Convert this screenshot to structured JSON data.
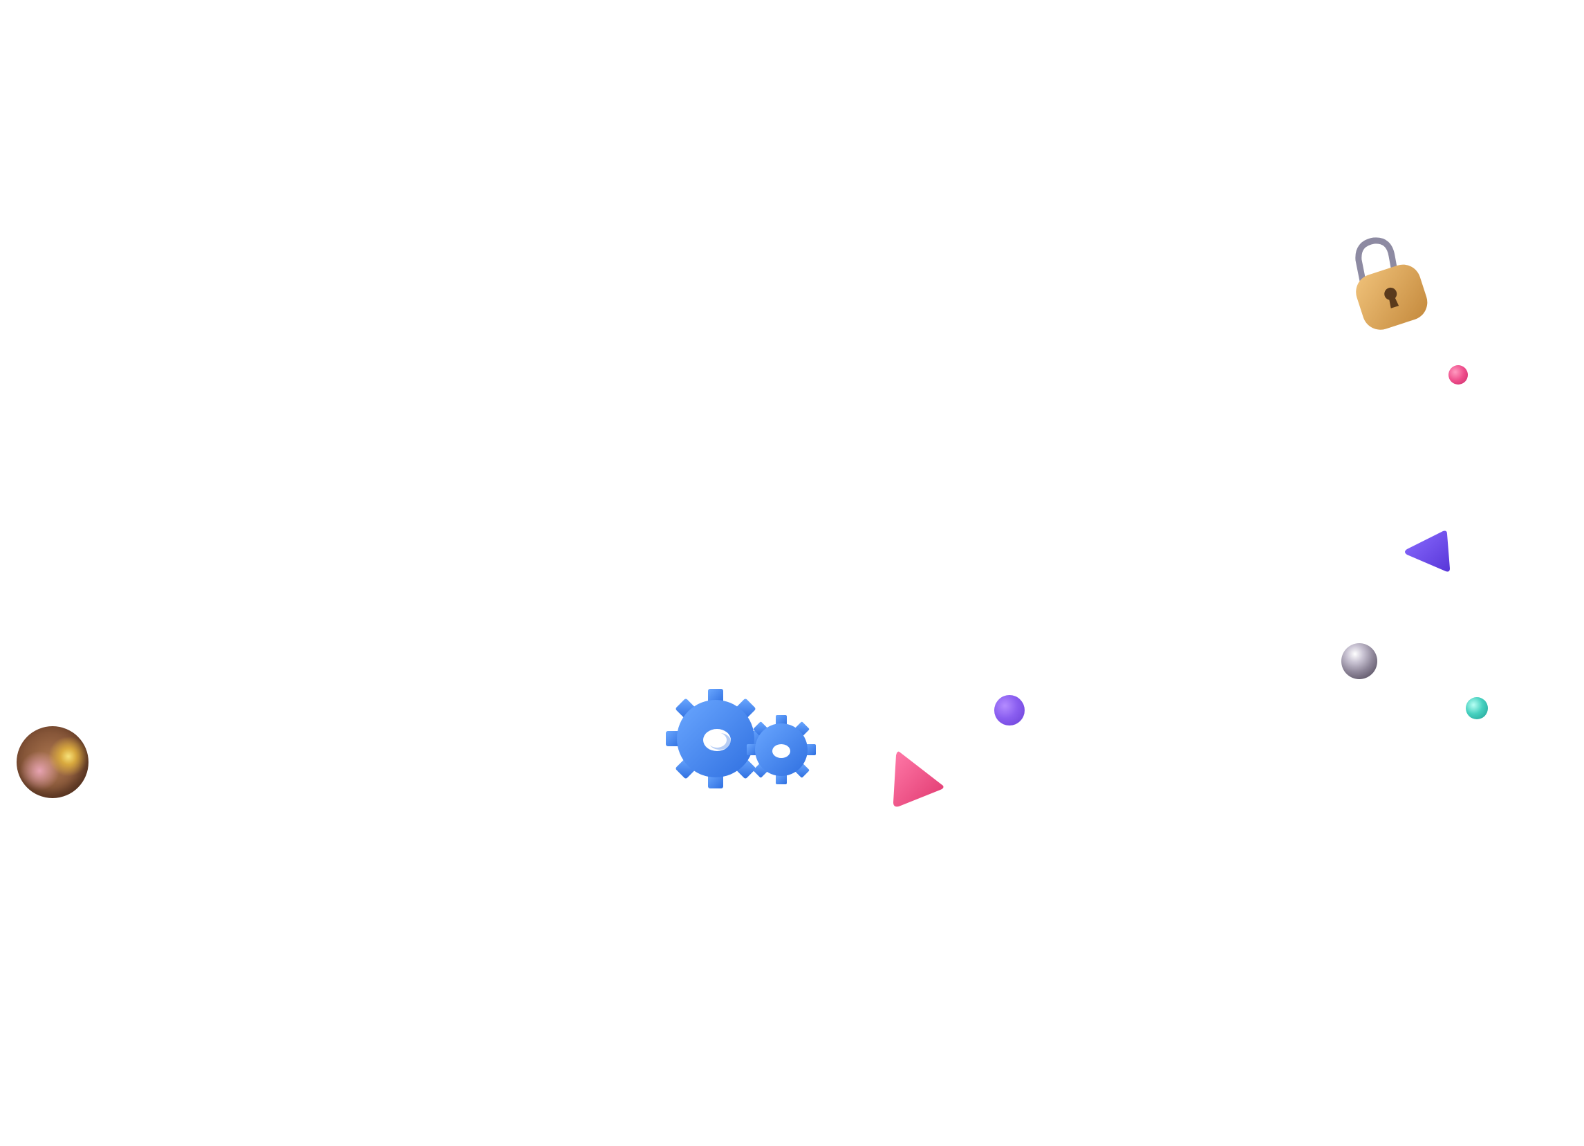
{
  "scene": {
    "background": "#ffffff",
    "elements": [
      {
        "name": "bronze-sphere",
        "icon": "sphere",
        "color": "#9a6a45"
      },
      {
        "name": "gears",
        "icon": "gears-icon",
        "color": "#3f86f3"
      },
      {
        "name": "pink-triangle",
        "icon": "triangle",
        "color": "#ee4d8b"
      },
      {
        "name": "purple-sphere",
        "icon": "sphere",
        "color": "#8a5ef0"
      },
      {
        "name": "padlock",
        "icon": "lock-icon",
        "color": "#d7a155"
      },
      {
        "name": "pink-sphere",
        "icon": "sphere",
        "color": "#ee4d8b"
      },
      {
        "name": "purple-triangle",
        "icon": "triangle",
        "color": "#6e4cf0"
      },
      {
        "name": "chrome-sphere",
        "icon": "sphere",
        "color": "#a9a2b3"
      },
      {
        "name": "teal-sphere",
        "icon": "sphere",
        "color": "#2fbfae"
      }
    ]
  }
}
